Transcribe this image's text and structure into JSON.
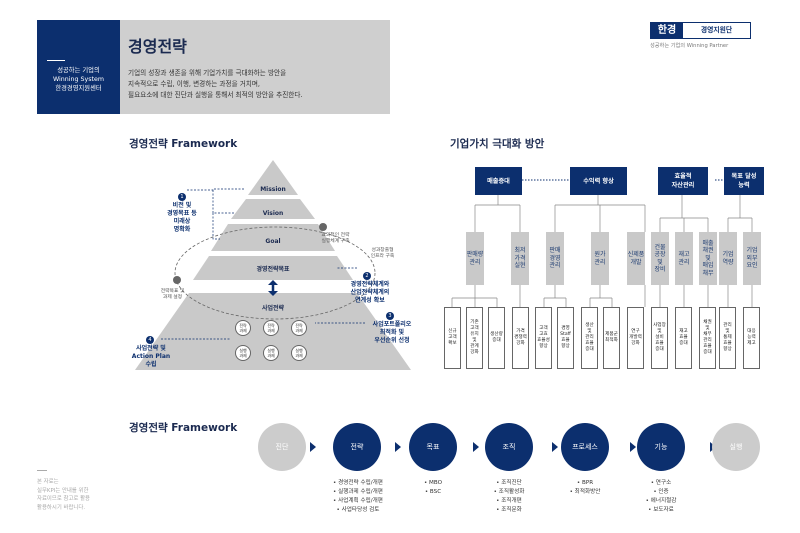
{
  "header": {
    "left_text": "성공하는 기업의\nWinning System\n한경경영지원센터",
    "title": "경영전략",
    "desc": "기업의 성장과 생존을 위해 기업가치를 극대화하는 방안을\n지속적으로 수립, 이행, 변경하는 과정을 거치며,\n필요요소에 대한 진단과 실행을 통해서 최적의 방안을 추진한다.",
    "logo_big": "한경",
    "logo_small": "경영지원단",
    "logo_sub": "성공하는 기업의 Winning Partner"
  },
  "framework": {
    "title": "경영전략 Framework",
    "levels": [
      "Mission",
      "Vision",
      "Goal",
      "경영전략목표",
      "사업전략"
    ],
    "tasks_top": [
      "전략\n과제",
      "전략\n과제",
      "전략\n과제"
    ],
    "tasks_bottom": [
      "실행\n과제",
      "실행\n과제",
      "실행\n과제"
    ],
    "numbers": [
      "1",
      "2",
      "3",
      "4"
    ],
    "notes_blue": [
      "비전 및\n경영목표 등\n미래상\n명확화",
      "경영전략체계와\n산업전략체계의\n연계성 확보",
      "사업포트폴리오\n최적화 및\n우선순위 선정",
      "사업전략 및\nAction Plan\n수립"
    ],
    "notes_gray": [
      "효과적인 전략\n실행체계 구축",
      "성과창출형\n인프라 구축",
      "전략목표 및\n과제 설정"
    ]
  },
  "value": {
    "title": "기업가치 극대화 방안",
    "top": [
      "매출증대",
      "수익력 향상",
      "효율적\n자산관리",
      "목표 달성\n능력"
    ],
    "mid": [
      "판매량\n관리",
      "최저\n가격\n실현",
      "판매\n경영\n관리",
      "원가\n관리",
      "신제품\n개발",
      "건물\n공장\n및\n장비",
      "재고\n관리",
      "매출\n채권\n및\n매입\n채무",
      "기업\n역량",
      "기업\n외부\n요인"
    ],
    "leaves": [
      "신규\n고객\n확보",
      "기존\n고객\n유지\n및\n관계\n강화",
      "생산량\n증대",
      "가격\n경쟁력\n강화",
      "고객\n고효\n효율성\n향상",
      "경영\nStaff\n효율\n향상",
      "생산\n및\n관리\n효율\n증대",
      "제품군\n최적화",
      "연구\n개발력\n강화",
      "사업장\n및\n설비\n효율\n증대",
      "재고\n효율\n증대",
      "채권\n및\n채무\n관리\n효율\n증대",
      "관리\n및\n통제\n효율\n향상",
      "대응\n능력\n제고"
    ]
  },
  "process": {
    "title": "경영전략 Framework",
    "steps": [
      "진단",
      "전략",
      "목표",
      "조직",
      "프로세스",
      "기능",
      "실행"
    ],
    "bullets": [
      "• 경영전략 수립/개편\n• 실행과제 수립/개편\n• 사업계획 수립/개편\n• 사업타당성 검토",
      "• MBO\n• BSC",
      "• 조직진단\n• 조직활성화\n• 조직개편\n• 조직문화",
      "• BPR\n• 최적화방안",
      "• 연구소\n• 인증\n• 에너지절감\n• 보도자료"
    ],
    "side_note": "본 자료는\n실무KPI는 안내를 위한\n자료이므로 참고로 활용\n활용하시기 바랍니다."
  }
}
